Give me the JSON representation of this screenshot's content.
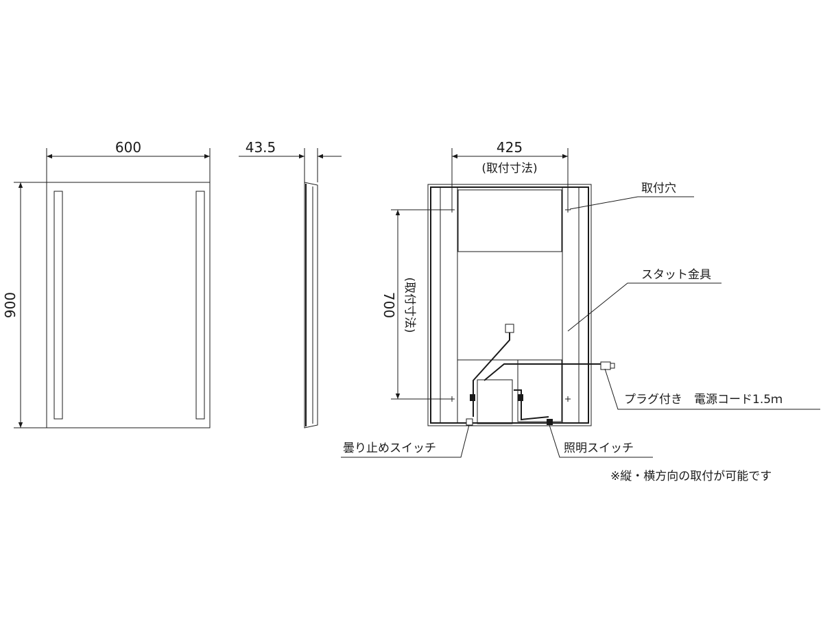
{
  "front_view": {
    "width_label": "600",
    "height_label": "900"
  },
  "side_view": {
    "depth_label": "43.5"
  },
  "back_view": {
    "horizontal_mount_label": "425",
    "horizontal_mount_note": "(取付寸法)",
    "vertical_mount_label": "700",
    "vertical_mount_note": "(取付寸法)"
  },
  "callouts": {
    "mount_hole": "取付穴",
    "stud_bracket": "スタット金具",
    "power_cord": "プラグ付き　電源コード1.5ｍ",
    "defog_switch": "曇り止めスイッチ",
    "light_switch": "照明スイッチ"
  },
  "note": "※縦・横方向の取付が可能です"
}
